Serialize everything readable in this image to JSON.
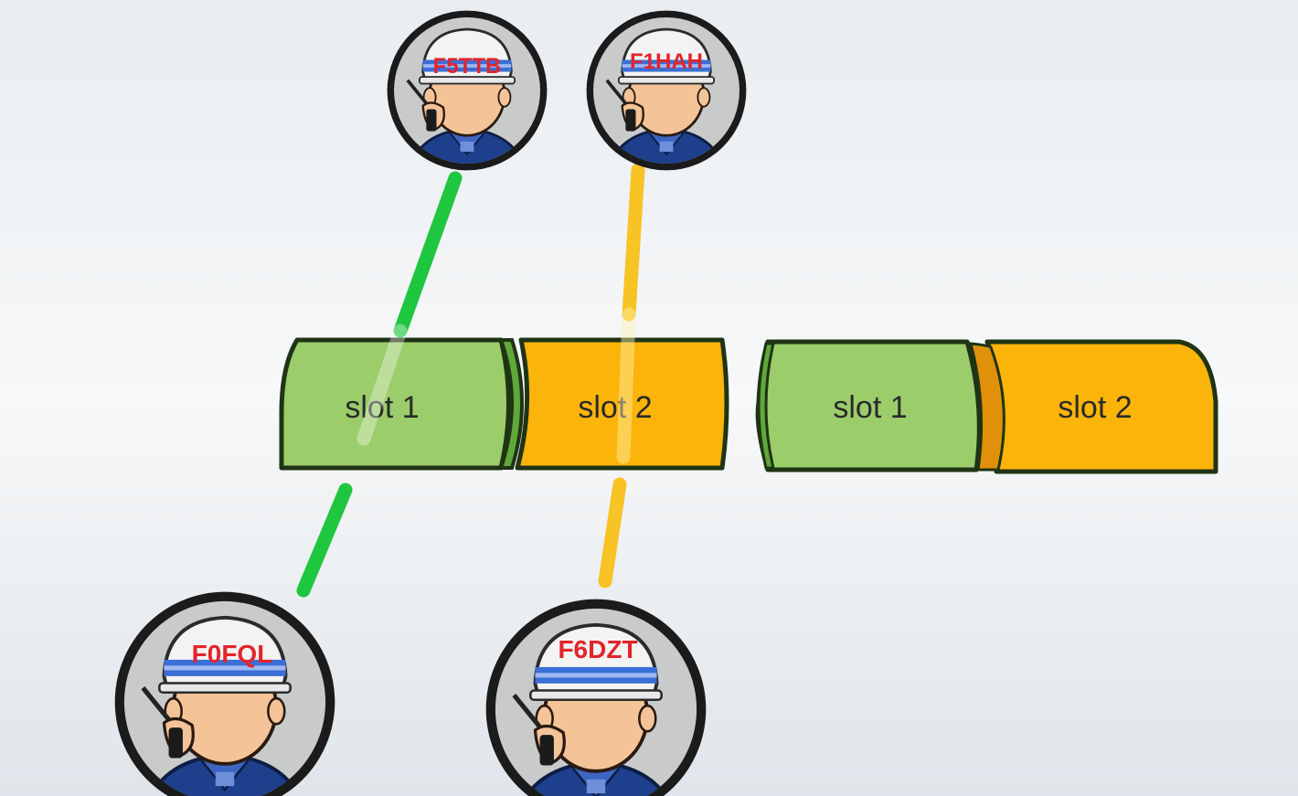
{
  "diagram": {
    "frames": [
      {
        "slots": [
          {
            "label": "slot 1",
            "color": "#9ccd6b"
          },
          {
            "label": "slot 2",
            "color": "#fbb40a"
          }
        ]
      },
      {
        "slots": [
          {
            "label": "slot 1",
            "color": "#9ccd6b"
          },
          {
            "label": "slot 2",
            "color": "#fbb40a"
          }
        ]
      }
    ],
    "stations": [
      {
        "callsign": "F5TTB",
        "slot": "slot 1",
        "link_color": "#1fc63f"
      },
      {
        "callsign": "F1HAH",
        "slot": "slot 2",
        "link_color": "#f7c325"
      },
      {
        "callsign": "F0FQL",
        "slot": "slot 1",
        "link_color": "#1fc63f"
      },
      {
        "callsign": "F6DZT",
        "slot": "slot 2",
        "link_color": "#f7c325"
      }
    ],
    "colors": {
      "slot_green": "#9ccd6b",
      "slot_orange": "#fbb40a",
      "outline": "#1f3414",
      "link_green": "#1fc63f",
      "link_yellow": "#f7c325",
      "callsign_red": "#e3242b",
      "helmet_stripe": "#3b6fd6"
    }
  }
}
